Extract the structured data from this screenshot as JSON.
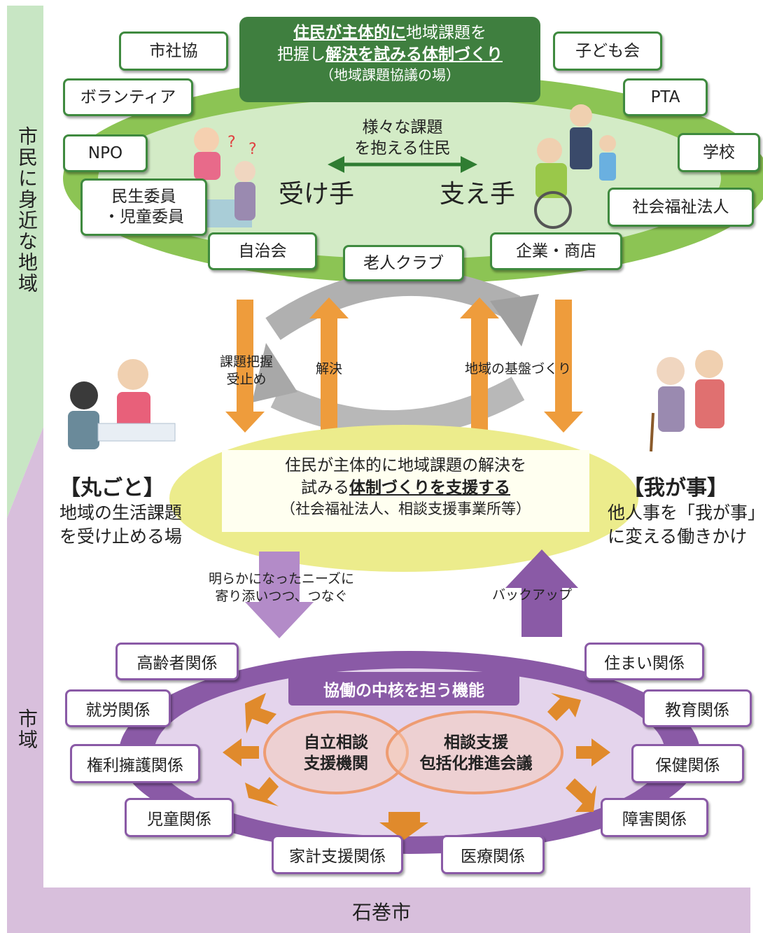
{
  "side": {
    "local_label": "市民に身近な地域",
    "city_area_label": "市域",
    "city_name": "石巻市"
  },
  "top": {
    "title_u1": "住民が主体的に",
    "title_t1": "地域課題を",
    "title_t2": "把握し",
    "title_u2": "解決を試みる体制づくり",
    "title_sub": "（地域課題協議の場）",
    "center_caption_1": "様々な課題",
    "center_caption_2": "を抱える住民",
    "receiver": "受け手",
    "supporter": "支え手",
    "orgs": {
      "shakyo": "市社協",
      "volunteer": "ボランティア",
      "npo": "NPO",
      "minsei_1": "民生委員",
      "minsei_2": "・児童委員",
      "jichikai": "自治会",
      "rojin": "老人クラブ",
      "kigyo": "企業・商店",
      "kodomo": "子ども会",
      "pta": "PTA",
      "gakko": "学校",
      "fukushi": "社会福祉法人"
    }
  },
  "flow": {
    "grasp_1": "課題把握",
    "grasp_2": "受止め",
    "solve": "解決",
    "base": "地域の基盤づくり",
    "needs_1": "明らかになったニーズに",
    "needs_2": "寄り添いつつ、つなぐ",
    "backup": "バックアップ"
  },
  "middle": {
    "line1": "住民が主体的に地域課題の解決を",
    "line2_pre": "試みる",
    "line2_u": "体制づくりを支援する",
    "line3": "（社会福祉法人、相談支援事業所等）",
    "left_heading": "【丸ごと】",
    "left_1": "地域の生活課題",
    "left_2": "を受け止める場",
    "right_heading": "【我が事】",
    "right_1": "他人事を「我が事」",
    "right_2": "に変える働きかけ"
  },
  "bottom": {
    "core": "協働の中核を担う機能",
    "circle_left_1": "自立相談",
    "circle_left_2": "支援機関",
    "circle_right_1": "相談支援",
    "circle_right_2": "包括化推進会議",
    "boxes": {
      "koreisha": "高齢者関係",
      "shuro": "就労関係",
      "kenri": "権利擁護関係",
      "jido": "児童関係",
      "kakei": "家計支援関係",
      "iryo": "医療関係",
      "shogai": "障害関係",
      "hoken": "保健関係",
      "kyoiku": "教育関係",
      "sumai": "住まい関係"
    }
  },
  "colors": {
    "green_dark": "#3f7f3f",
    "green_light": "#cfe8c3",
    "green_mid": "#8cc454",
    "purple": "#8a5aa6",
    "purple_light": "#e4d4ec",
    "orange": "#ee9c3c",
    "yellow": "#ecec8c",
    "gray": "#a8a8a8"
  }
}
